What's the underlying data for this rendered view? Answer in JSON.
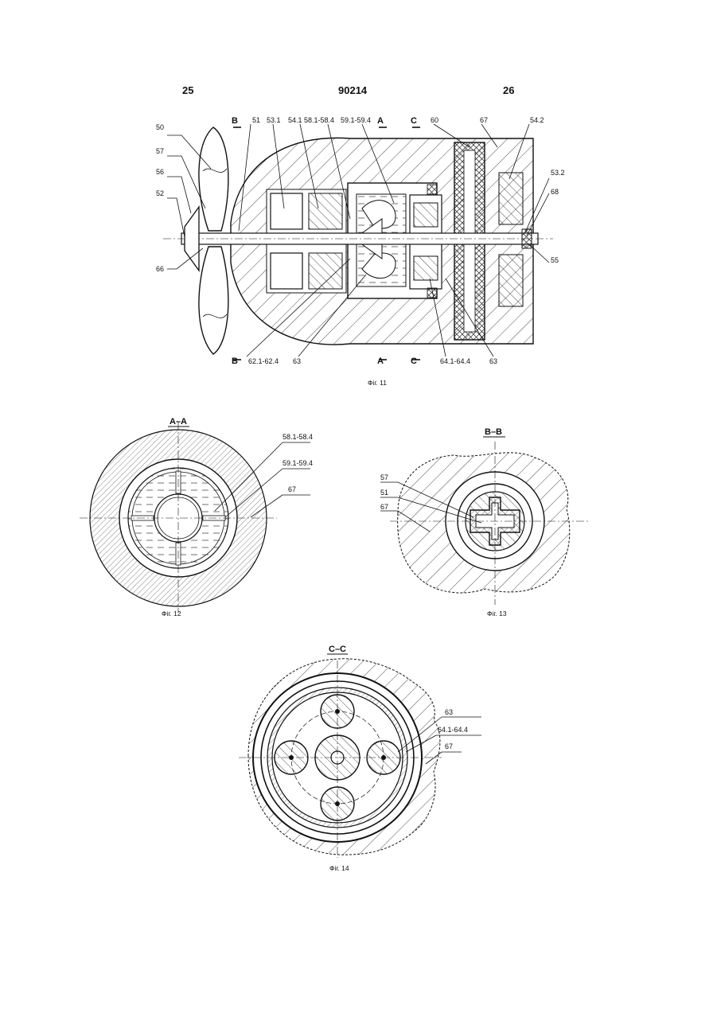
{
  "header": {
    "left_page": "25",
    "patent_number": "90214",
    "right_page": "26"
  },
  "fig11": {
    "caption": "Фіг. 11",
    "labels": {
      "l50": "50",
      "l57": "57",
      "l56": "56",
      "l52": "52",
      "l66": "66",
      "l51": "51",
      "l53_1": "53.1",
      "l54_1": "54.1",
      "l58": "58.1-58.4",
      "l59": "59.1-59.4",
      "l60": "60",
      "l67": "67",
      "l54_2": "54.2",
      "l53_2": "53.2",
      "l68": "68",
      "l55": "55",
      "l62": "62.1-62.4",
      "l63a": "63",
      "l64": "64.1-64.4",
      "l63b": "63"
    },
    "section_marks": {
      "B": "B",
      "A": "A",
      "C": "C"
    }
  },
  "fig12": {
    "title": "A–A",
    "caption": "Фіг. 12",
    "labels": {
      "l58": "58.1-58.4",
      "l59": "59.1-59.4",
      "l67": "67"
    }
  },
  "fig13": {
    "title": "B–B",
    "caption": "Фіг. 13",
    "labels": {
      "l57": "57",
      "l51": "51",
      "l67": "67"
    }
  },
  "fig14": {
    "title": "C–C",
    "caption": "Фіг. 14",
    "labels": {
      "l63": "63",
      "l64": "64.1-64.4",
      "l67": "67"
    }
  }
}
